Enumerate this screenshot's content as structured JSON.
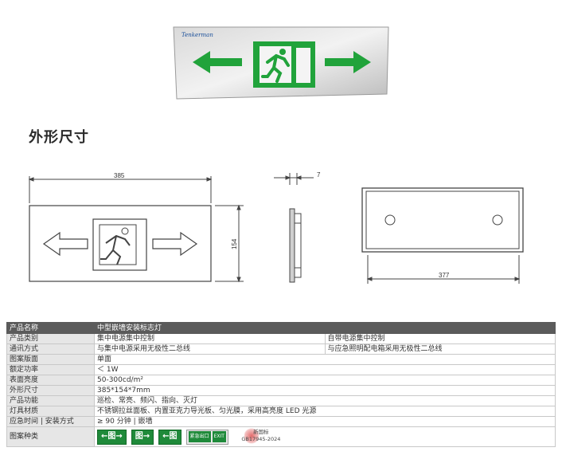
{
  "product": {
    "brand_logo_text": "Tenkerman"
  },
  "section_title": "外形尺寸",
  "drawing": {
    "front_width_label": "385",
    "front_height_label": "154",
    "side_depth_label": "7",
    "back_width_label": "377"
  },
  "table": {
    "rows": [
      {
        "key": "产品名称",
        "values": [
          "中型嵌墙安装标志灯"
        ]
      },
      {
        "key": "产品类别",
        "values": [
          "集中电源集中控制",
          "自带电源集中控制"
        ]
      },
      {
        "key": "通讯方式",
        "values": [
          "与集中电源采用无极性二总线",
          "与应急照明配电箱采用无极性二总线"
        ]
      },
      {
        "key": "图案版面",
        "values": [
          "单面"
        ]
      },
      {
        "key": "额定功率",
        "values": [
          "＜ 1W"
        ]
      },
      {
        "key": "表面亮度",
        "values": [
          "50-300cd/m²"
        ]
      },
      {
        "key": "外形尺寸",
        "values": [
          "385*154*7mm"
        ]
      },
      {
        "key": "产品功能",
        "values": [
          "巡检、常亮、频闪、指向、灭灯"
        ]
      },
      {
        "key": "灯具材质",
        "values": [
          "不锈钢拉丝面板、内置亚克力导光板、匀光膜，采用高亮度 LED 光源"
        ]
      },
      {
        "key": "应急时间 | 安装方式",
        "values": [
          "≥ 90 分钟 | 嵌墙"
        ]
      },
      {
        "key": "图案种类",
        "values": []
      }
    ],
    "pictograms": [
      "←图→",
      "图→",
      "←图"
    ],
    "pictogram_wide_labels": [
      "紧急出口",
      "EXIT"
    ],
    "cert_text": [
      "新国标",
      "GB17945-2024"
    ]
  }
}
